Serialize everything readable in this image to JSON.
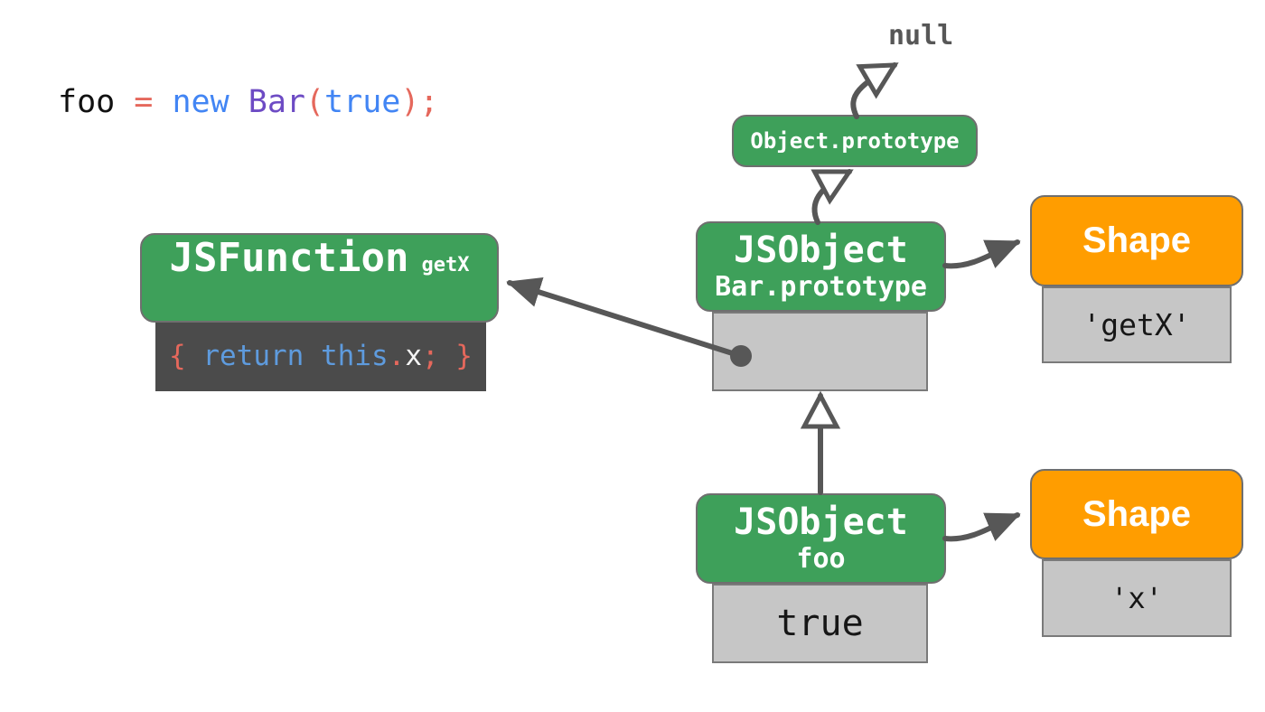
{
  "colors": {
    "node_green": "#3EA05A",
    "node_orange": "#FF9D00",
    "node_border": "#6F6F6F",
    "slot_gray": "#C6C6C6",
    "slot_border": "#7A7A7A",
    "code_box_dark": "#4B4B4B",
    "arrow_gray": "#575757",
    "keyword_blue": "#4285F4",
    "class_purple": "#6D4BC4",
    "punct_salmon": "#E5685C"
  },
  "code_line": {
    "tokens": [
      {
        "text": "foo ",
        "color": "#111111"
      },
      {
        "text": "= ",
        "color": "#E5685C"
      },
      {
        "text": "new ",
        "color": "#4285F4"
      },
      {
        "text": "Bar",
        "color": "#6D4BC4"
      },
      {
        "text": "(",
        "color": "#E5685C"
      },
      {
        "text": "true",
        "color": "#4285F4"
      },
      {
        "text": ")",
        "color": "#E5685C"
      },
      {
        "text": ";",
        "color": "#E5685C"
      }
    ]
  },
  "labels": {
    "null_label": "null"
  },
  "nodes": {
    "object_prototype": {
      "title": "Object.prototype"
    },
    "jsfunction": {
      "title": "JSFunction",
      "badge": "getX",
      "body_tokens": [
        {
          "text": "{ ",
          "color": "#E5685C"
        },
        {
          "text": "return this",
          "color": "#5E9BDE"
        },
        {
          "text": ".",
          "color": "#E5685C"
        },
        {
          "text": "x",
          "color": "#F5F5F5"
        },
        {
          "text": "; }",
          "color": "#E5685C"
        }
      ]
    },
    "bar_prototype": {
      "title": "JSObject",
      "subtitle": "Bar.prototype",
      "slot_value": ""
    },
    "foo": {
      "title": "JSObject",
      "subtitle": "foo",
      "slot_value": "true"
    },
    "shape_getx": {
      "title": "Shape",
      "slot_value": "'getX'"
    },
    "shape_x": {
      "title": "Shape",
      "slot_value": "'x'"
    }
  }
}
